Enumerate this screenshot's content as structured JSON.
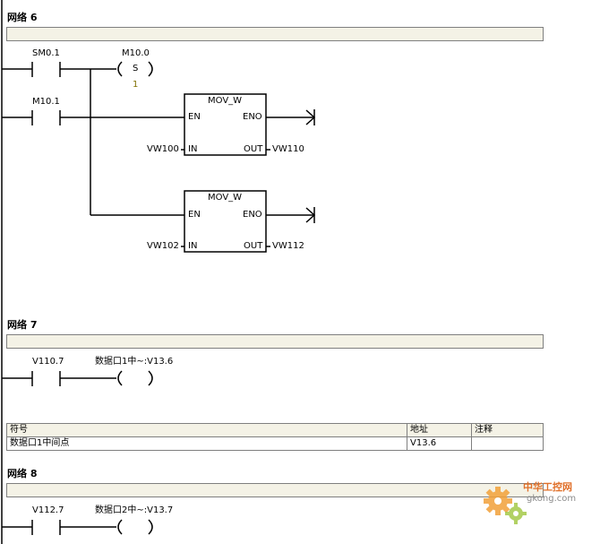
{
  "networks": [
    {
      "title": "网络 6"
    },
    {
      "title": "网络 7"
    },
    {
      "title": "网络 8"
    }
  ],
  "net6": {
    "contact1": "SM0.1",
    "coil1": "M10.0",
    "coil1_type": "S",
    "coil1_count": "1",
    "contact2": "M10.1",
    "box_name": "MOV_W",
    "en": "EN",
    "eno": "ENO",
    "in": "IN",
    "out": "OUT",
    "box1_in": "VW100",
    "box1_out": "VW110",
    "box2_in": "VW102",
    "box2_out": "VW112"
  },
  "net7": {
    "contact": "V110.7",
    "coil": "数据口1中~:V13.6"
  },
  "net8": {
    "contact": "V112.7",
    "coil": "数据口2中~:V13.7"
  },
  "symbol_table": {
    "headers": [
      "符号",
      "地址",
      "注释"
    ],
    "rows": [
      [
        "数据口1中间点",
        "V13.6",
        ""
      ]
    ]
  },
  "watermark": {
    "text1": "中华工控网",
    "text2": "gkong.com"
  }
}
